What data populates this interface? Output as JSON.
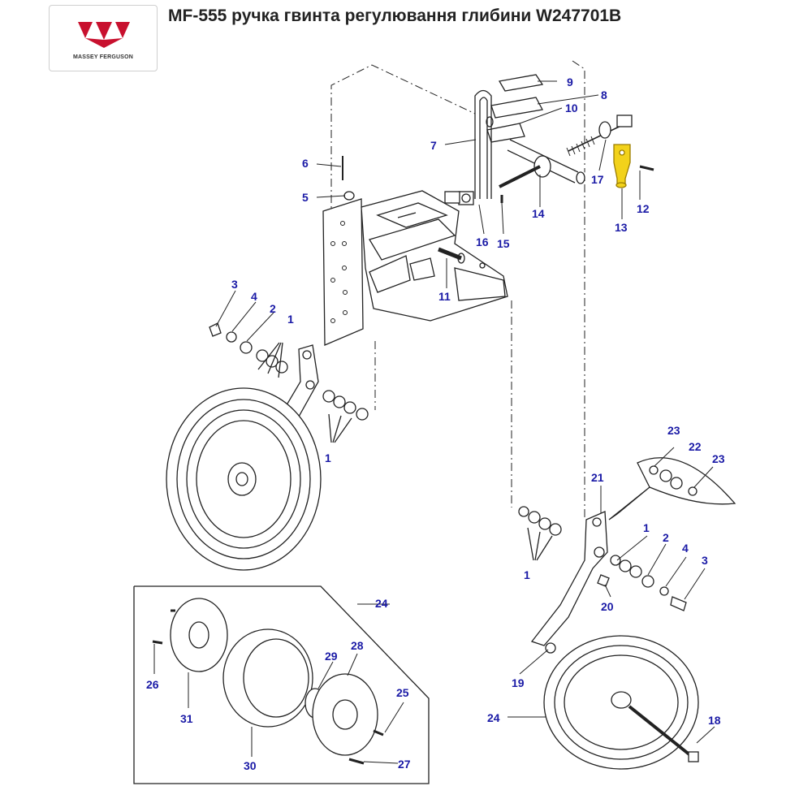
{
  "header": {
    "title": "MF-555 ручка гвинта регулювання глибини W247701B",
    "logo_text": "MASSEY FERGUSON"
  },
  "colors": {
    "callout": "#1a1aa6",
    "highlight": "#f2d21b",
    "logo": "#c8102e",
    "line": "#222222"
  },
  "callouts": {
    "c1a": "1",
    "c1b": "1",
    "c1c": "1",
    "c1d": "1",
    "c2a": "2",
    "c2b": "2",
    "c3a": "3",
    "c3b": "3",
    "c4a": "4",
    "c4b": "4",
    "c5": "5",
    "c6": "6",
    "c7": "7",
    "c8": "8",
    "c9": "9",
    "c10": "10",
    "c11": "11",
    "c12": "12",
    "c13": "13",
    "c14": "14",
    "c15": "15",
    "c16": "16",
    "c17": "17",
    "c18": "18",
    "c19": "19",
    "c20": "20",
    "c21": "21",
    "c22": "22",
    "c23a": "23",
    "c23b": "23",
    "c24a": "24",
    "c24b": "24",
    "c25": "25",
    "c26": "26",
    "c27": "27",
    "c28": "28",
    "c29": "29",
    "c30": "30",
    "c31": "31"
  }
}
